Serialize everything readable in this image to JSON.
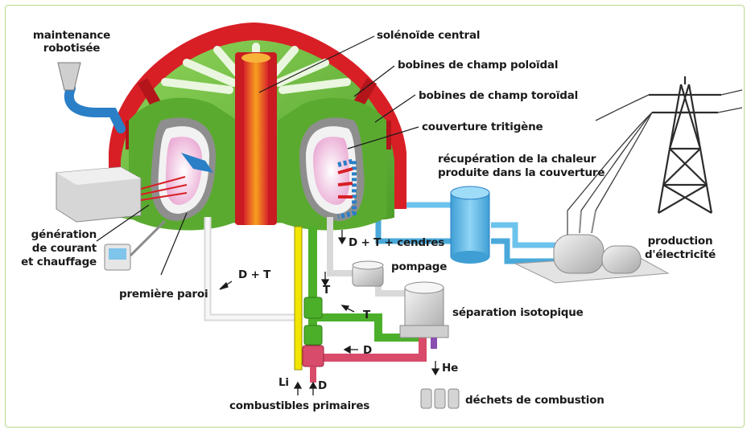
{
  "labels": {
    "maintenance": "maintenance robotisée",
    "solenoide": "solénoïde central",
    "poloidal": "bobines de champ poloïdal",
    "toroidal": "bobines de champ toroïdal",
    "couverture": "couverture tritigène",
    "recuperation_1": "récupération de la chaleur",
    "recuperation_2": "produite dans la couverture",
    "generation_1": "génération",
    "generation_2": "de courant",
    "generation_3": "et chauffage",
    "premiere_paroi": "première paroi",
    "dt": "D + T",
    "dt_cendres": "D + T + cendres",
    "pompage": "pompage",
    "t1": "T",
    "t2": "T",
    "separation": "séparation isotopique",
    "d": "D",
    "he": "He",
    "li": "Li",
    "d_primary": "D",
    "combustibles": "combustibles primaires",
    "dechets": "déchets de combustion",
    "production_1": "production",
    "production_2": "d'électricité"
  },
  "colors": {
    "frame": "#b8d98a",
    "structure_green": "#6fbf3f",
    "coil_red": "#d81f26",
    "plasma_pink": "#f4c9e4",
    "pipe_white": "#eeeeee",
    "pipe_yellow": "#f2e600",
    "pipe_green": "#4caf2a",
    "pipe_pink": "#d94b6a",
    "pipe_blue": "#6cc3ec",
    "tank_blue": "#5bb7e6"
  }
}
